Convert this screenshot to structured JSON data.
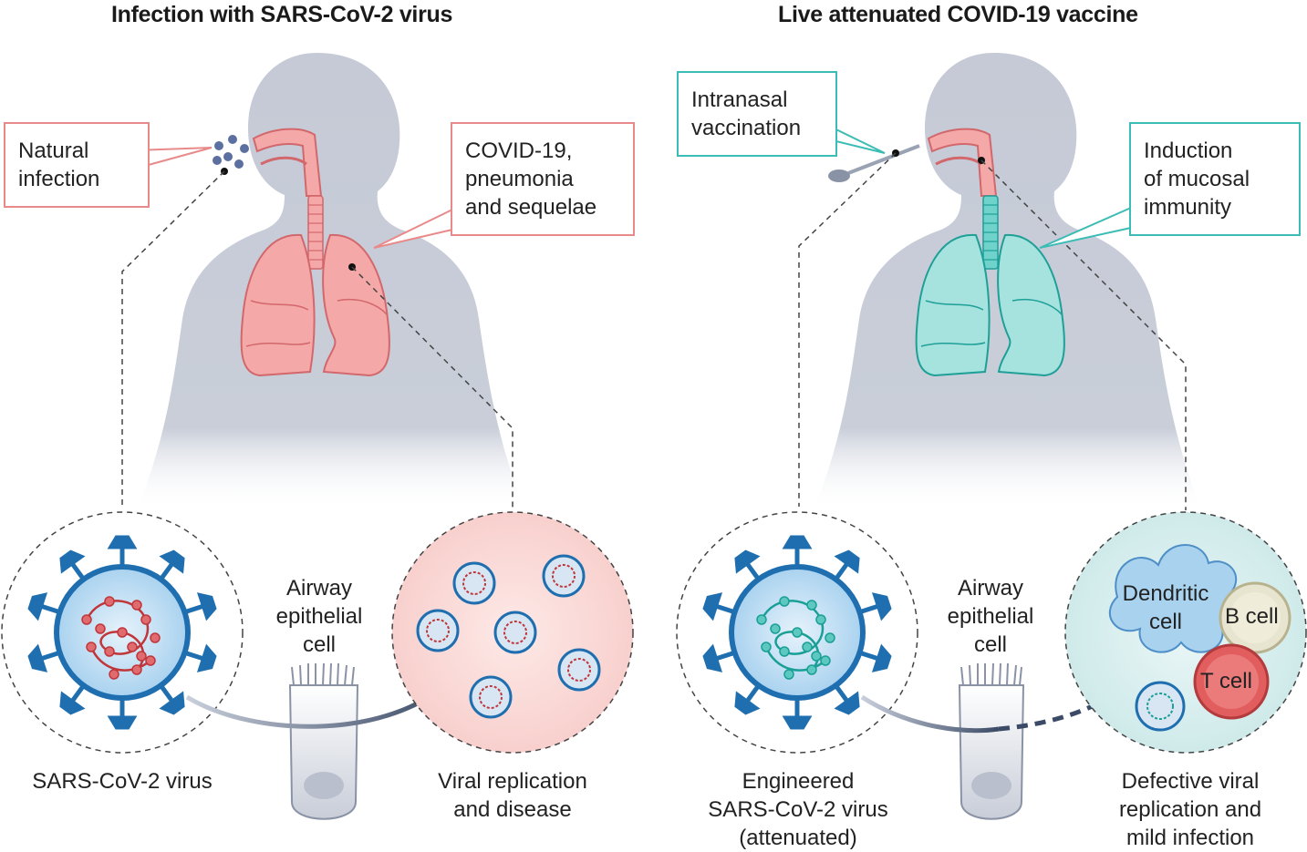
{
  "left_panel": {
    "title": "Infection with SARS-CoV-2 virus",
    "callout_left": {
      "line1": "Natural",
      "line2": "infection"
    },
    "callout_right": {
      "line1": "COVID-19,",
      "line2": "pneumonia",
      "line3": "and sequelae"
    },
    "cell_label": {
      "line1": "Airway",
      "line2": "epithelial",
      "line3": "cell"
    },
    "virus_label": "SARS-CoV-2 virus",
    "outcome_label": {
      "line1": "Viral replication",
      "line2": "and disease"
    }
  },
  "right_panel": {
    "title": "Live attenuated COVID-19 vaccine",
    "callout_left": {
      "line1": "Intranasal",
      "line2": "vaccination"
    },
    "callout_right": {
      "line1": "Induction",
      "line2": "of mucosal",
      "line3": "immunity"
    },
    "cell_label": {
      "line1": "Airway",
      "line2": "epithelial",
      "line3": "cell"
    },
    "virus_label": {
      "line1": "Engineered",
      "line2": "SARS-CoV-2 virus",
      "line3": "(attenuated)"
    },
    "outcome_label": {
      "line1": "Defective viral",
      "line2": "replication and",
      "line3": "mild infection"
    },
    "immune_cells": {
      "dendritic": {
        "line1": "Dendritic",
        "line2": "cell"
      },
      "b_cell": "B cell",
      "t_cell": "T cell"
    }
  },
  "colors": {
    "body_silhouette": "#c5cad6",
    "lung_pink": "#f4a9a8",
    "lung_teal": "#6fd3cc",
    "virus_spike": "#1f6fb0",
    "virus_rna_red": "#c0363a",
    "virus_rna_teal": "#1a9f96",
    "callout_pink": "#e88a8a",
    "callout_teal": "#3bbcb4",
    "arrow": "#3b4a66"
  }
}
